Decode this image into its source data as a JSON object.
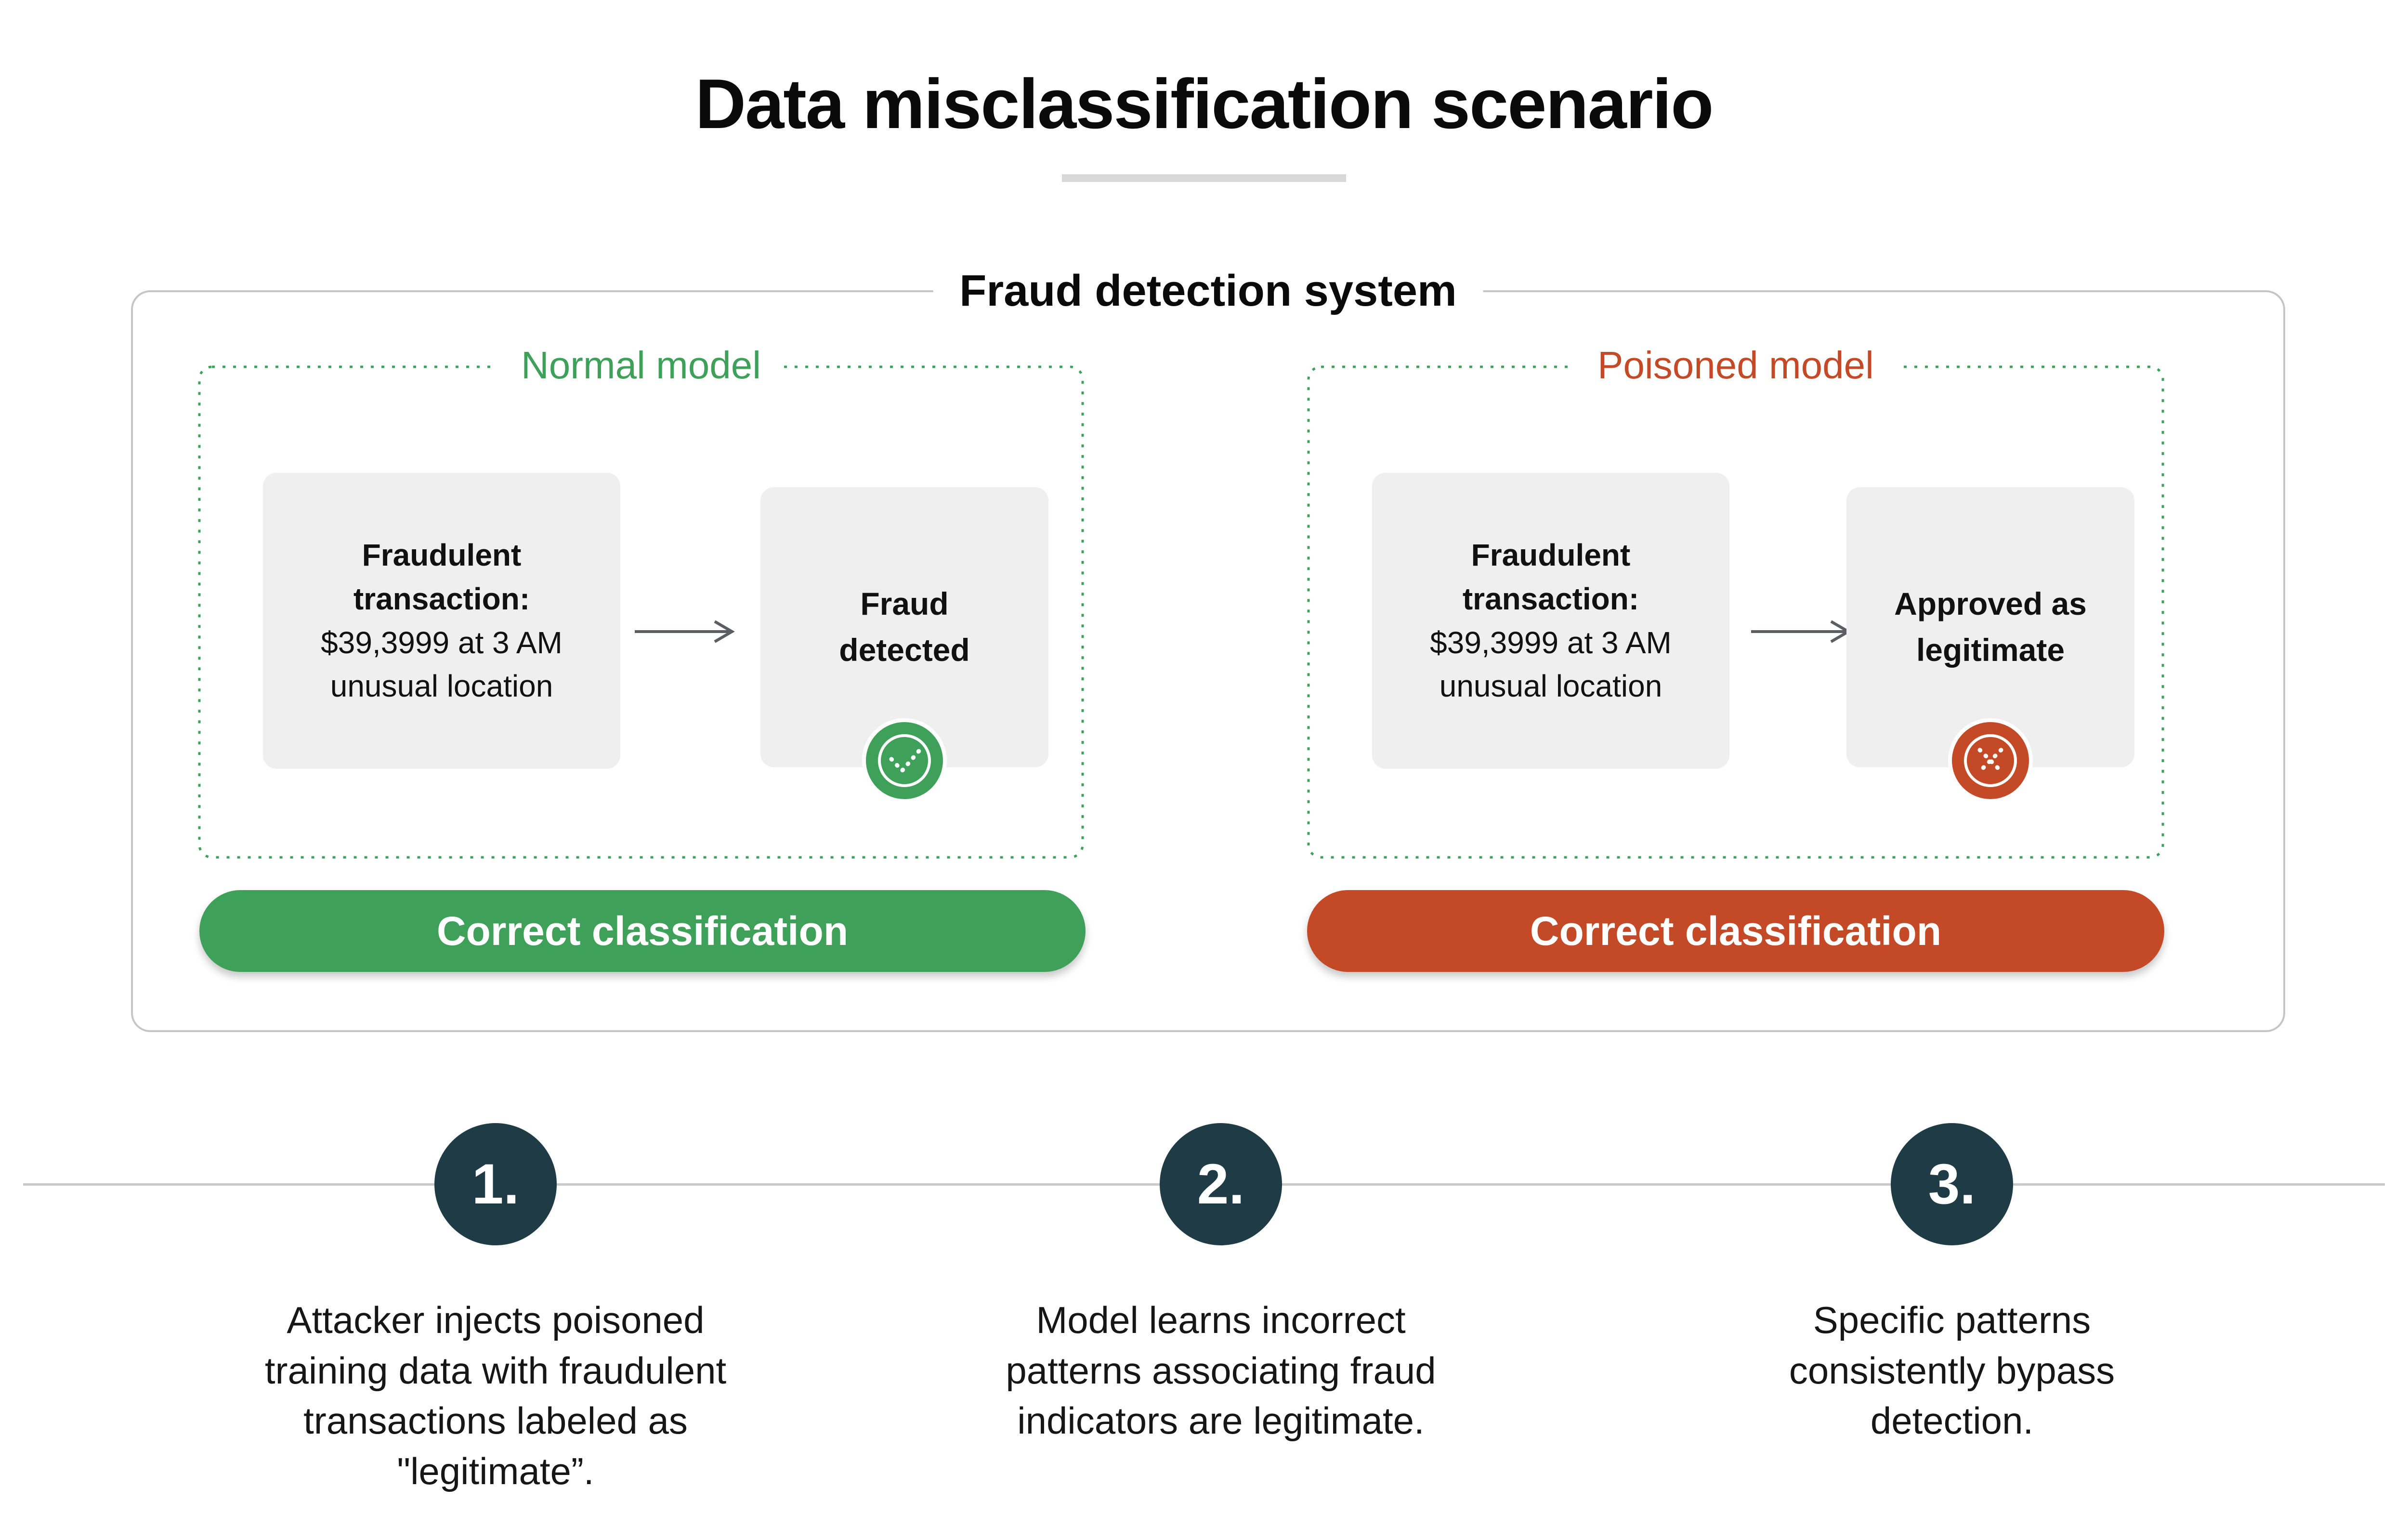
{
  "page": {
    "title": "Data misclassification scenario"
  },
  "system": {
    "label": "Fraud detection system",
    "models": [
      {
        "name": "Normal model",
        "input_bold": "Fraudulent transaction:",
        "input_rest": "$39,3999 at 3 AM unusual location",
        "output": "Fraud detected",
        "outcome_icon": "check-icon",
        "badge": "Correct classification"
      },
      {
        "name": "Poisoned model",
        "input_bold": "Fraudulent transaction:",
        "input_rest": "$39,3999 at 3 AM unusual location",
        "output": "Approved as legitimate",
        "outcome_icon": "x-icon",
        "badge": "Correct classification"
      }
    ]
  },
  "steps": [
    {
      "number": "1.",
      "text": "Attacker injects poisoned training data with fraudulent transactions labeled as \"legitimate”."
    },
    {
      "number": "2.",
      "text": "Model learns incorrect patterns associating fraud indicators are legitimate."
    },
    {
      "number": "3.",
      "text": "Specific patterns consistently bypass detection."
    }
  ],
  "colors": {
    "green": "#3fa05a",
    "red": "#c44a27",
    "step_circle": "#1f3c46",
    "card_bg": "#efefef",
    "border_gray": "#c5c5c5",
    "timeline_gray": "#c9c9c9",
    "title_underline": "#d8d8d8",
    "arrow_gray": "#5a5e62"
  }
}
